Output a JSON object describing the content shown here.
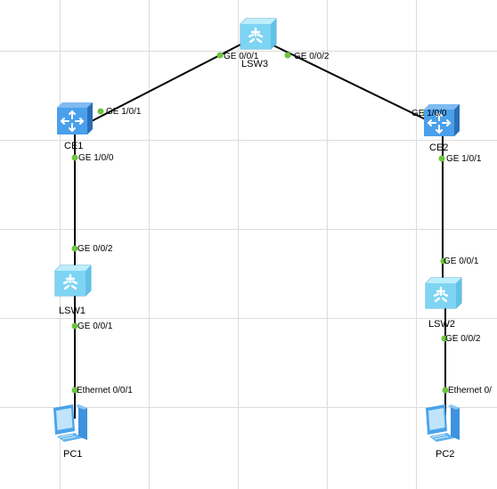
{
  "colors": {
    "link": "#000000",
    "port_dot": "#6cc43c",
    "router_body": "#3b8de0",
    "switch_body": "#6fd0f0",
    "pc_body": "#4aa3e8",
    "grid": "#dcdcdc"
  },
  "devices": [
    {
      "id": "lsw3",
      "label": "LSW3",
      "kind": "switch",
      "icon": "switch-icon"
    },
    {
      "id": "ce1",
      "label": "CE1",
      "kind": "router",
      "icon": "router-icon"
    },
    {
      "id": "ce2",
      "label": "CE2",
      "kind": "router",
      "icon": "router-icon"
    },
    {
      "id": "lsw1",
      "label": "LSW1",
      "kind": "switch",
      "icon": "switch-icon"
    },
    {
      "id": "lsw2",
      "label": "LSW2",
      "kind": "switch",
      "icon": "switch-icon"
    },
    {
      "id": "pc1",
      "label": "PC1",
      "kind": "pc",
      "icon": "pc-icon"
    },
    {
      "id": "pc2",
      "label": "PC2",
      "kind": "pc",
      "icon": "pc-icon"
    }
  ],
  "ports": {
    "lsw3_ge001": "GE 0/0/1",
    "lsw3_ge002": "GE 0/0/2",
    "ce1_ge101": "GE 1/0/1",
    "ce1_ge100": "GE 1/0/0",
    "ce2_ge100": "GE 1/0/0",
    "ce2_ge101": "GE 1/0/1",
    "lsw1_ge002": "GE 0/0/2",
    "lsw1_ge001": "GE 0/0/1",
    "lsw2_ge001": "GE 0/0/1",
    "lsw2_ge002": "GE 0/0/2",
    "pc1_eth": "Ethernet 0/0/1",
    "pc2_eth": "Ethernet 0/"
  },
  "links": [
    {
      "from": "lsw3",
      "from_port": "lsw3_ge001",
      "to": "ce1",
      "to_port": "ce1_ge101"
    },
    {
      "from": "lsw3",
      "from_port": "lsw3_ge002",
      "to": "ce2",
      "to_port": "ce2_ge100"
    },
    {
      "from": "ce1",
      "from_port": "ce1_ge100",
      "to": "lsw1",
      "to_port": "lsw1_ge002"
    },
    {
      "from": "ce2",
      "from_port": "ce2_ge101",
      "to": "lsw2",
      "to_port": "lsw2_ge001"
    },
    {
      "from": "lsw1",
      "from_port": "lsw1_ge001",
      "to": "pc1",
      "to_port": "pc1_eth"
    },
    {
      "from": "lsw2",
      "from_port": "lsw2_ge002",
      "to": "pc2",
      "to_port": "pc2_eth"
    }
  ]
}
